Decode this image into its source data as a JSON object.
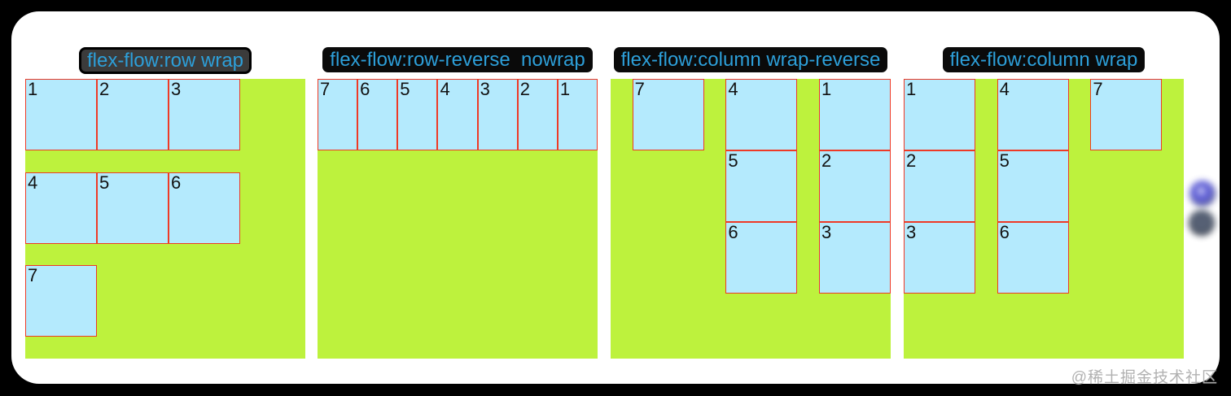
{
  "watermark": "@稀土掘金技术社区",
  "colors": {
    "canvas_bg": "#000000",
    "card_bg": "#ffffff",
    "panel_bg": "#bdf23d",
    "box_bg": "#b4eafd",
    "box_border": "#ee3a26",
    "title_bg": "#0a0a0a",
    "title_text": "#2d9fd9"
  },
  "panels": [
    {
      "title": "flex-flow:row wrap",
      "flex_flow": "row wrap",
      "items": [
        "1",
        "2",
        "3",
        "4",
        "5",
        "6",
        "7"
      ]
    },
    {
      "title": "flex-flow:row-reverse  nowrap",
      "flex_flow": "row-reverse nowrap",
      "items": [
        "1",
        "2",
        "3",
        "4",
        "5",
        "6",
        "7"
      ]
    },
    {
      "title": "flex-flow:column wrap-reverse",
      "flex_flow": "column wrap-reverse",
      "items": [
        "1",
        "2",
        "3",
        "4",
        "5",
        "6",
        "7"
      ]
    },
    {
      "title": "flex-flow:column wrap",
      "flex_flow": "column wrap",
      "items": [
        "1",
        "2",
        "3",
        "4",
        "5",
        "6",
        "7"
      ]
    }
  ],
  "floating_widgets": [
    "browser-sticker-icon",
    "dark-badge-icon"
  ]
}
